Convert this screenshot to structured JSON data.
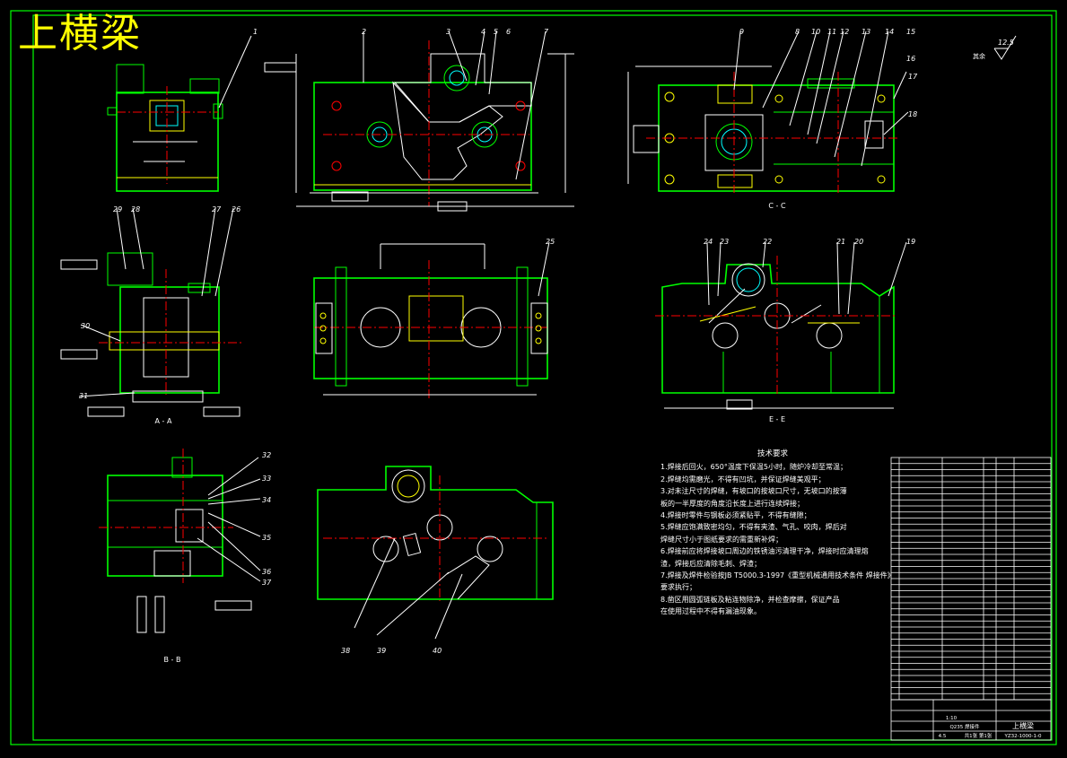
{
  "title": "上横梁",
  "roughness_symbol": "12.5",
  "roughness_note": "其余",
  "section_labels": [
    "A - A",
    "B - B",
    "C - C",
    "E - E"
  ],
  "balloons": [
    "1",
    "2",
    "3",
    "4",
    "5",
    "6",
    "7",
    "8",
    "9",
    "10",
    "11",
    "12",
    "13",
    "14",
    "15",
    "16",
    "17",
    "18",
    "19",
    "20",
    "21",
    "22",
    "23",
    "24",
    "25",
    "26",
    "27",
    "28",
    "29",
    "30",
    "31",
    "32",
    "33",
    "34",
    "35",
    "36",
    "37",
    "38",
    "39",
    "40"
  ],
  "tech_requirements": {
    "heading": "技术要求",
    "lines": [
      "1.焊接后回火，650°温度下保温5小时，随炉冷却至常温；",
      "2.焊缝均需磨光，不得有凹坑，并保证焊缝美观平；",
      "3.对未注尺寸的焊缝，有坡口的按坡口尺寸，无坡口的按薄",
      "板的一半厚度的角度沿长度上进行连续焊接；",
      "4.焊接时零件与钢板必须紧贴平，不得有缝隙；",
      "5.焊缝应饱满致密均匀，不得有夹渣、气孔、咬肉，焊后对",
      "焊缝尺寸小于图纸要求的需重新补焊；",
      "6.焊接前应将焊接坡口周边的铁锈油污清理干净，焊接时应清理熔",
      "渣，焊接后应清除毛刺、焊渣；",
      "7.焊接及焊件检验按JB T5000.3-1997《重型机械通用技术条件 焊接件》",
      "要求执行；",
      "8.凿区用圆弧链板及粘连物除净，并检查摩擦，保证产品",
      "在使用过程中不得有漏油现象。"
    ]
  },
  "title_block": {
    "part_name": "上横梁",
    "drawing_no": "YZ32-1000-1-0",
    "material": "Q235 焊接件",
    "scale": "1:10",
    "sheet": "共1张 第1张",
    "weight": "4.5"
  }
}
